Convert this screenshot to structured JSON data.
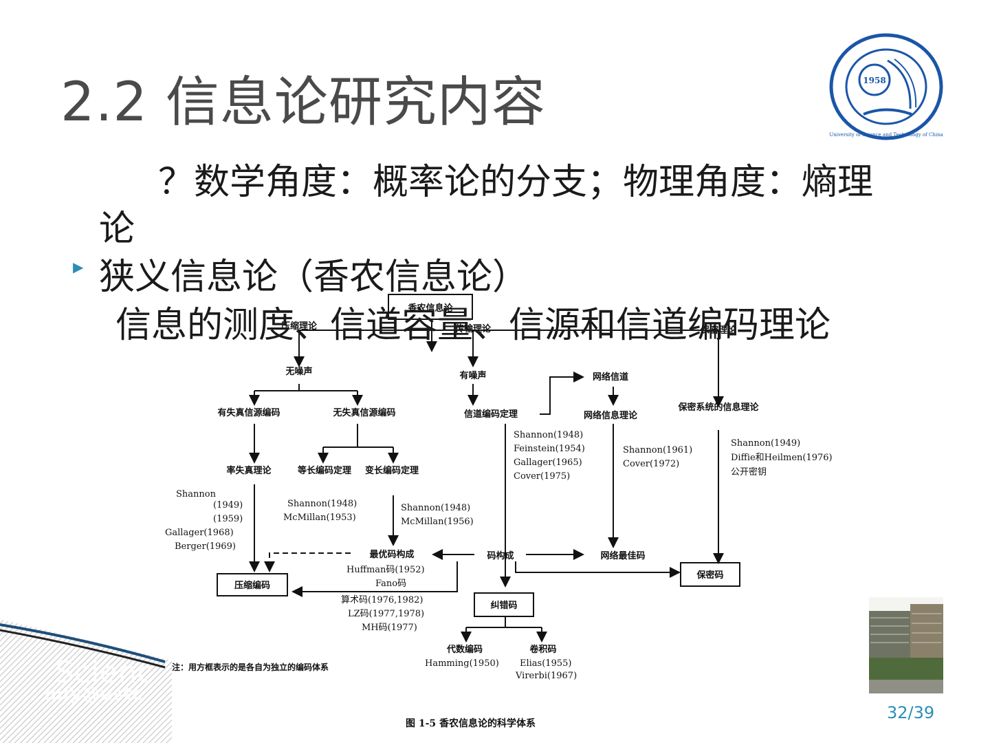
{
  "slide": {
    "title": "2.2  信息论研究内容",
    "line1": "？数学角度：概率论的分支；物理角度：熵理",
    "line2": "论",
    "bullet_item": "狭义信息论（香农信息论）",
    "sub_line": "信息的测度、信道容量、信源和信道编码理论",
    "page_number": "32/39",
    "logo_year": "1958",
    "logo_text": "University of Science and Technology of China",
    "watermark": [
      "Sc",
      "Scienc",
      "mfy@ustc"
    ],
    "accent_color": "#2a8fb5"
  },
  "diagram": {
    "nodes": {
      "root": "香农信息论",
      "compress": "压缩理论",
      "transmit": "传输理论",
      "secret": "保密理论",
      "noiseless": "无噪声",
      "noisy": "有噪声",
      "network_channel": "网络信道",
      "lossy": "有失真信源编码",
      "lossless": "无失真信源编码",
      "channel_coding": "信道编码定理",
      "network_info": "网络信息理论",
      "secrecy_system": "保密系统的信息理论",
      "rate_distortion": "率失真理论",
      "fixed_length": "等长编码定理",
      "variable_length": "变长编码定理",
      "optimal_code": "最优码构成",
      "code_construct": "码构成",
      "network_best": "网络最佳码",
      "compress_code": "压缩编码",
      "secret_code": "保密码",
      "ecc": "纠错码",
      "algebraic": "代数编码",
      "convolutional": "卷积码"
    },
    "refs": {
      "channel": [
        "Shannon(1948)",
        "Feinstein(1954)",
        "Gallager(1965)",
        "Cover(1975)"
      ],
      "network": [
        "Shannon(1961)",
        "Cover(1972)"
      ],
      "secret": [
        "Shannon(1949)",
        "Diffie和Heilmen(1976)",
        "公开密钥"
      ],
      "rate": [
        "Shannon",
        "(1949)",
        "(1959)",
        "Gallager(1968)",
        "Berger(1969)"
      ],
      "fixed": [
        "Shannon(1948)",
        "McMillan(1953)"
      ],
      "variable": [
        "Shannon(1948)",
        "McMillan(1956)"
      ],
      "optimal": [
        "Huffman码(1952)",
        "Fano码"
      ],
      "arith": [
        "算术码(1976,1982)",
        "LZ码(1977,1978)",
        "MH码(1977)"
      ],
      "algebraic": "Hamming(1950)",
      "conv": [
        "Elias(1955)",
        "Virerbi(1967)"
      ]
    },
    "note": "注：用方框表示的是各自为独立的编码体系",
    "caption": "图 1-5  香农信息论的科学体系"
  }
}
